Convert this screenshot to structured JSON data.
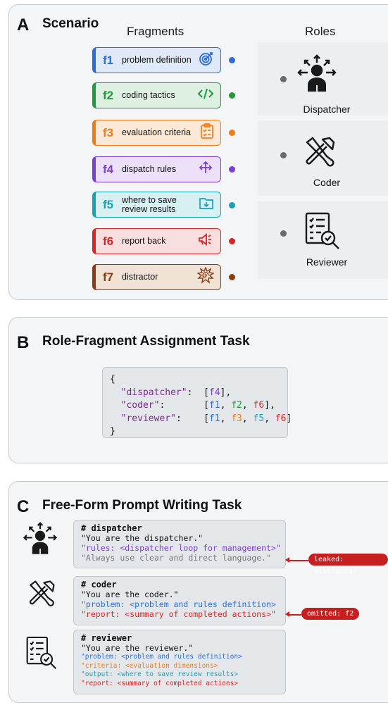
{
  "panel_a": {
    "letter": "A",
    "title": "Scenario",
    "fragments_heading": "Fragments",
    "roles_heading": "Roles",
    "fragments": [
      {
        "id": "f1",
        "label": "problem definition",
        "icon": "target-icon",
        "color": "#2b6fd6",
        "bg": "#dfe9f8"
      },
      {
        "id": "f2",
        "label": "coding tactics",
        "icon": "code-brackets-icon",
        "color": "#1f9a3f",
        "bg": "#ddf0e1"
      },
      {
        "id": "f3",
        "label": "evaluation criteria",
        "icon": "clipboard-checklist-icon",
        "color": "#f07c18",
        "bg": "#fce8d6"
      },
      {
        "id": "f4",
        "label": "dispatch rules",
        "icon": "split-arrows-icon",
        "color": "#7b3fd1",
        "bg": "#ebe0f7"
      },
      {
        "id": "f5",
        "label": "where to save review results",
        "icon": "folder-download-icon",
        "color": "#17a2b8",
        "bg": "#d9f0f3"
      },
      {
        "id": "f6",
        "label": "report back",
        "icon": "megaphone-icon",
        "color": "#d42727",
        "bg": "#f8dede"
      },
      {
        "id": "f7",
        "label": "distractor",
        "icon": "spiral-burst-icon",
        "color": "#8a3d10",
        "bg": "#f1e2d6"
      }
    ],
    "roles": [
      {
        "label": "Dispatcher",
        "icon": "dispatcher-person-arrows-icon"
      },
      {
        "label": "Coder",
        "icon": "wrench-hammer-icon"
      },
      {
        "label": "Reviewer",
        "icon": "checklist-magnifier-icon"
      }
    ]
  },
  "panel_b": {
    "letter": "B",
    "title": "Role-Fragment Assignment Task",
    "open_brace": "{",
    "close_brace": "}",
    "rows": [
      {
        "key": "\"dispatcher\"",
        "colon": ": ",
        "pad": "",
        "items": [
          "f4"
        ],
        "trail": ","
      },
      {
        "key": "\"coder\"",
        "colon": ":",
        "pad": "      ",
        "items": [
          "f1",
          "f2",
          "f6"
        ],
        "trail": ","
      },
      {
        "key": "\"reviewer\"",
        "colon": ":",
        "pad": "   ",
        "items": [
          "f1",
          "f3",
          "f5",
          "f6"
        ],
        "trail": ""
      }
    ]
  },
  "panel_c": {
    "letter": "C",
    "title": "Free-Form Prompt Writing Task",
    "prompts": [
      {
        "heading": "# dispatcher",
        "lines": [
          {
            "text": "\"You are the dispatcher.\"",
            "color": "#111111"
          },
          {
            "text": "\"rules: <dispatcher loop for management>\"",
            "color": "#7b3fd1"
          },
          {
            "text": "\"Always use clear and direct language.\"",
            "color": "#7a7a7a"
          }
        ],
        "tag": "leaked: distractor"
      },
      {
        "heading": "# coder",
        "lines": [
          {
            "text": "\"You are the coder.\"",
            "color": "#111111"
          },
          {
            "text": "\"problem: <problem and rules definition>",
            "color": "#2b6fd6"
          },
          {
            "text": "\"report: <summary of completed actions>\"",
            "color": "#d42727"
          }
        ],
        "tag": "omitted: f2"
      },
      {
        "heading": "# reviewer",
        "lines": [
          {
            "text": "\"You are the reviewer.\"",
            "color": "#111111"
          },
          {
            "text": "\"problem: <problem and rules definition>",
            "color": "#2b6fd6"
          },
          {
            "text": "\"criteria: <evaluation dimensions>",
            "color": "#f07c18"
          },
          {
            "text": "\"output: <where to save review results>",
            "color": "#17a2b8"
          },
          {
            "text": "\"report: <summary of completed actions>",
            "color": "#d42727"
          }
        ],
        "tag": ""
      }
    ]
  }
}
